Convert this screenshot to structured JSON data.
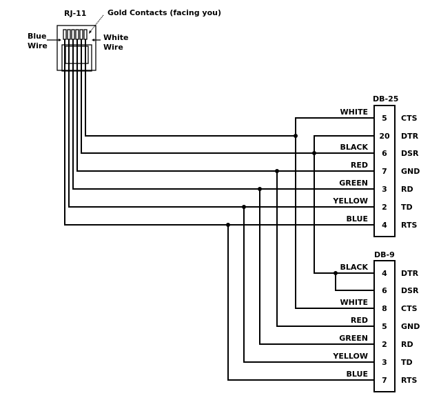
{
  "rj11": {
    "title": "RJ-11",
    "contacts_label": "Gold Contacts (facing you)",
    "left_wire_label": [
      "Blue",
      "Wire"
    ],
    "right_wire_label": [
      "White",
      "Wire"
    ]
  },
  "colors": {
    "line": "#000000",
    "background": "#ffffff"
  },
  "db25": {
    "title": "DB-25",
    "pins": [
      {
        "wire": "WHITE",
        "pin": "5",
        "signal": "CTS"
      },
      {
        "wire": "",
        "pin": "20",
        "signal": "DTR"
      },
      {
        "wire": "BLACK",
        "pin": "6",
        "signal": "DSR"
      },
      {
        "wire": "RED",
        "pin": "7",
        "signal": "GND"
      },
      {
        "wire": "GREEN",
        "pin": "3",
        "signal": "RD"
      },
      {
        "wire": "YELLOW",
        "pin": "2",
        "signal": "TD"
      },
      {
        "wire": "BLUE",
        "pin": "4",
        "signal": "RTS"
      }
    ]
  },
  "db9": {
    "title": "DB-9",
    "pins": [
      {
        "wire": "BLACK",
        "pin": "4",
        "signal": "DTR"
      },
      {
        "wire": "",
        "pin": "6",
        "signal": "DSR"
      },
      {
        "wire": "WHITE",
        "pin": "8",
        "signal": "CTS"
      },
      {
        "wire": "RED",
        "pin": "5",
        "signal": "GND"
      },
      {
        "wire": "GREEN",
        "pin": "2",
        "signal": "RD"
      },
      {
        "wire": "YELLOW",
        "pin": "3",
        "signal": "TD"
      },
      {
        "wire": "BLUE",
        "pin": "7",
        "signal": "RTS"
      }
    ]
  }
}
